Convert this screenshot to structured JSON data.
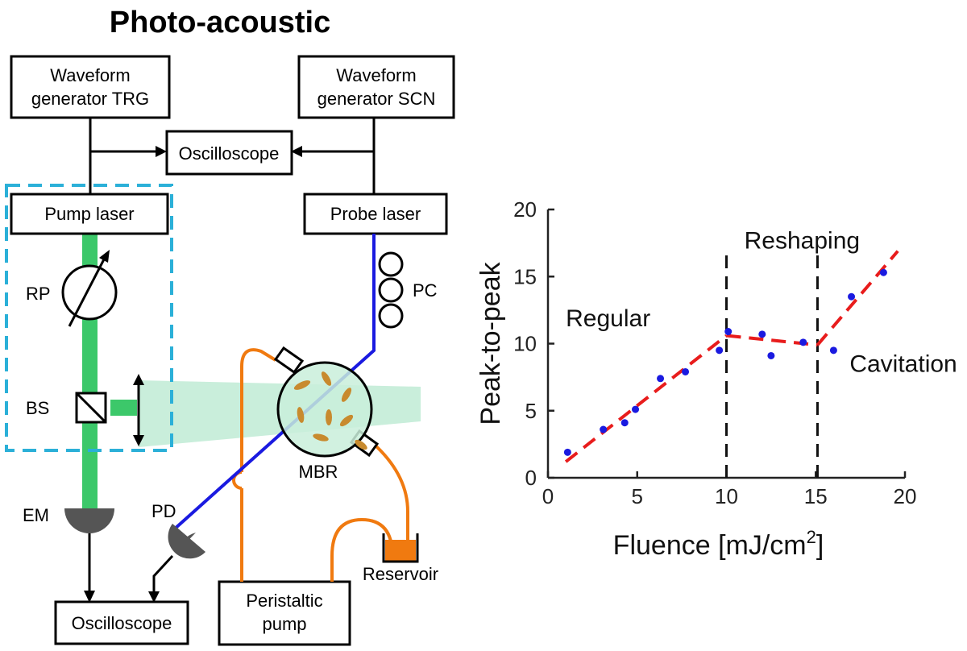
{
  "title": "Photo-acoustic",
  "diagram": {
    "boxes": {
      "waveform_trg": [
        "Waveform",
        "generator TRG"
      ],
      "waveform_scn": [
        "Waveform",
        "generator SCN"
      ],
      "oscilloscope_top": "Oscilloscope",
      "pump_laser": "Pump laser",
      "probe_laser": "Probe laser",
      "oscilloscope_bottom": "Oscilloscope",
      "peristaltic_pump": [
        "Peristaltic",
        "pump"
      ]
    },
    "labels": {
      "rp": "RP",
      "bs": "BS",
      "em": "EM",
      "pd": "PD",
      "pc": "PC",
      "mbr": "MBR",
      "reservoir": "Reservoir"
    },
    "colors": {
      "pump_beam": "#3cc86a",
      "probe_beam": "#1a1ae0",
      "tubing": "#f07a10",
      "dashed_box": "#2bb0d8",
      "fit_line": "#e81c1c",
      "points": "#1a1ae0",
      "light_cone": "#c9eedb"
    }
  },
  "chart_data": {
    "type": "scatter",
    "xlabel": "Fluence [mJ/cm",
    "xlabel_sup": "2",
    "xlabel_end": "]",
    "ylabel": "Peak-to-peak",
    "xlim": [
      0,
      20
    ],
    "ylim": [
      0,
      20
    ],
    "xticks": [
      0,
      5,
      10,
      15,
      20
    ],
    "yticks": [
      0,
      5,
      10,
      15,
      20
    ],
    "points": [
      {
        "x": 1.1,
        "y": 1.9
      },
      {
        "x": 3.1,
        "y": 3.6
      },
      {
        "x": 4.3,
        "y": 4.1
      },
      {
        "x": 4.9,
        "y": 5.1
      },
      {
        "x": 6.3,
        "y": 7.4
      },
      {
        "x": 7.7,
        "y": 7.9
      },
      {
        "x": 9.6,
        "y": 9.5
      },
      {
        "x": 10.1,
        "y": 10.9
      },
      {
        "x": 12.0,
        "y": 10.7
      },
      {
        "x": 12.5,
        "y": 9.1
      },
      {
        "x": 14.3,
        "y": 10.1
      },
      {
        "x": 16.0,
        "y": 9.5
      },
      {
        "x": 17.0,
        "y": 13.5
      },
      {
        "x": 18.8,
        "y": 15.3
      }
    ],
    "fit_segments": [
      [
        {
          "x": 1.0,
          "y": 1.2
        },
        {
          "x": 10.0,
          "y": 10.6
        }
      ],
      [
        {
          "x": 10.0,
          "y": 10.6
        },
        {
          "x": 15.1,
          "y": 9.9
        }
      ],
      [
        {
          "x": 15.1,
          "y": 9.9
        },
        {
          "x": 19.6,
          "y": 16.9
        }
      ]
    ],
    "vlines": [
      10.0,
      15.1
    ],
    "regions": [
      {
        "text": "Regular",
        "x": 1.0,
        "y": 11.3
      },
      {
        "text": "Reshaping",
        "x": 11.0,
        "y": 17.1
      },
      {
        "text": "Cavitation",
        "x": 16.9,
        "y": 7.9
      }
    ]
  }
}
